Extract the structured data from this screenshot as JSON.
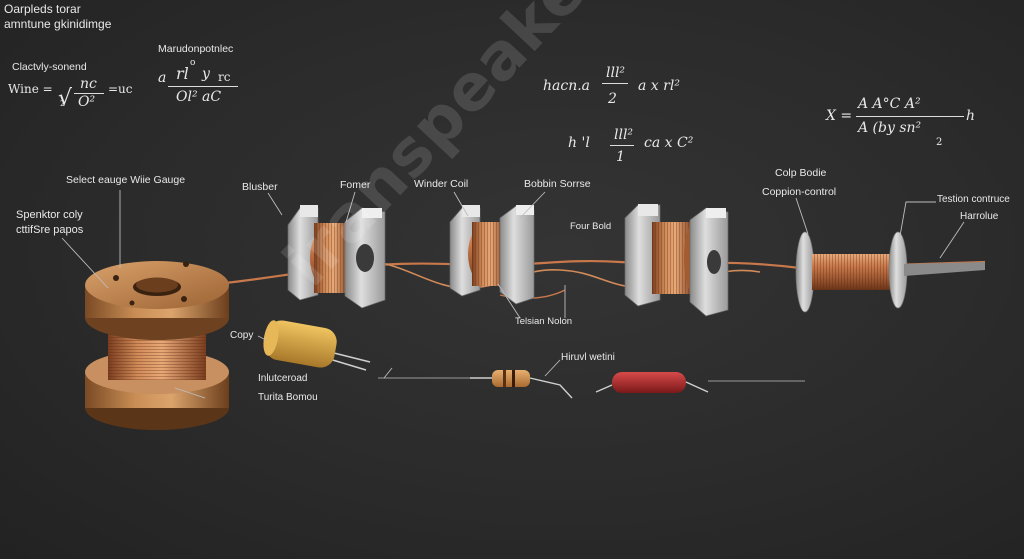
{
  "header": {
    "line1": "Oarpleds torar",
    "line2": "amntune gkinidimge"
  },
  "formulas": {
    "wine_label": "Clactvly-sonend",
    "wine_lhs": "Wine  =",
    "wine_num": "nc",
    "wine_den": "O²",
    "wine_sub": "2",
    "wine_rhs": "=uc",
    "mid_label": "Marudonpotnlec",
    "mid_a": "a",
    "mid_num": "rl",
    "mid_sup": "o",
    "mid_y": "y",
    "mid_rc": "rc",
    "mid_den": "Ol² aC",
    "center_top": "hacn.a",
    "center_top_frac_num": "lll²",
    "center_top_frac_den": "2",
    "center_top_rhs": "a  x  rl²",
    "center_bot": "h  'l",
    "center_bot_frac_num": "lll²",
    "center_bot_frac_den": "1",
    "center_bot_rhs": "ca  x  C²",
    "right_lhs": "X =",
    "right_num": "A  A°C    A²",
    "right_den": "A  (by  sn²",
    "right_sub": "2",
    "right_h": "h"
  },
  "labels": {
    "select_gauge": "Select  eauge Wiie Gauge",
    "spenktor_1": "Spenktor coly",
    "spenktor_2": "cttifSre papos",
    "blusber": "Blusber",
    "former": "Fomer",
    "winder_coil": "Winder Coil",
    "bobbin_sonse": "Bobbin Sorrse",
    "four_bold": "Four Bold",
    "colp_bode": "Colp Bodie",
    "coppion_control": "Coppion-control",
    "testion_contrucae": "Testion contruce",
    "harrolue": "Harrolue",
    "telsian_nolon": "Telsian Nolon",
    "copy": "Copy",
    "hiruvl_wetini": "Hiruvl wetini",
    "inlutcerod": "Inlutceroad",
    "turia_bomou": "Turita Bomou"
  },
  "watermark": "iranspeaker.com",
  "colors": {
    "background": "#2b2b2b",
    "copper": "#c8784a",
    "copper_dark": "#8a4522",
    "bracket": "#c9c9c9",
    "spool_brass": "#b87f4a",
    "resistor_red": "#b02a2a",
    "capacitor": "#d7a640"
  },
  "icons": [
    "copper-spool-icon",
    "coil-former-icon",
    "capacitor-icon",
    "resistor-icon"
  ]
}
